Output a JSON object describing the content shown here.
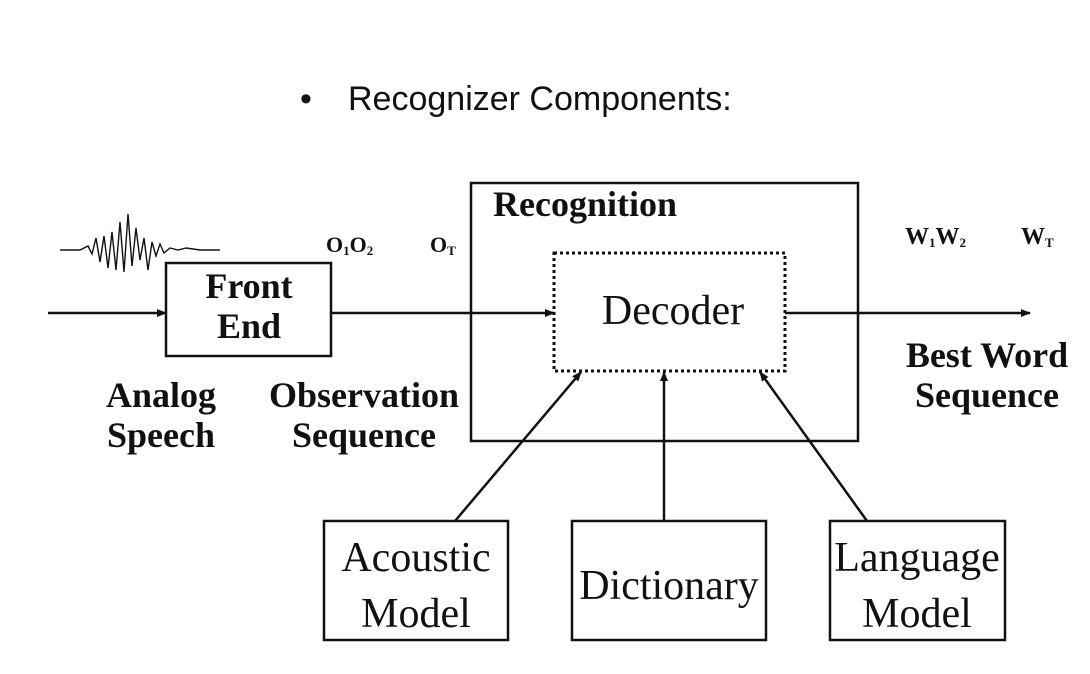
{
  "title": {
    "bullet": "•",
    "text": "Recognizer Components:"
  },
  "diagram": {
    "front_end": [
      "Front",
      "End"
    ],
    "analog_speech": [
      "Analog",
      "Speech"
    ],
    "observation_sequence": [
      "Observation",
      "Sequence"
    ],
    "obs_o": "O",
    "obs_sub_1": "1",
    "obs_sub_2": "2",
    "obs_sub_T": "T",
    "recognition": "Recognition",
    "decoder": "Decoder",
    "word_w": "W",
    "word_sub_1": "1",
    "word_sub_2": "2",
    "word_sub_T": "T",
    "best_word_sequence": [
      "Best Word",
      "Sequence"
    ],
    "acoustic_model": [
      "Acoustic",
      "Model"
    ],
    "dictionary": "Dictionary",
    "language_model": [
      "Language",
      "Model"
    ]
  }
}
